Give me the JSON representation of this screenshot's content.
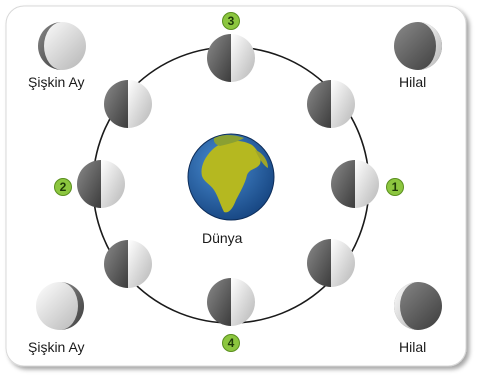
{
  "labels": {
    "earth": "Dünya",
    "top_left": "Şişkin Ay",
    "top_right": "Hilal",
    "bottom_left": "Şişkin Ay",
    "bottom_right": "Hilal"
  },
  "badges": {
    "one": "1",
    "two": "2",
    "three": "3",
    "four": "4"
  },
  "colors": {
    "badge_fill": "#8cc63f",
    "ocean": "#1f5fa8",
    "land": "#b5b820",
    "moon_light": "#e6e6e6",
    "moon_dark": "#5a5a5a",
    "orbit": "#1a1a1a"
  }
}
